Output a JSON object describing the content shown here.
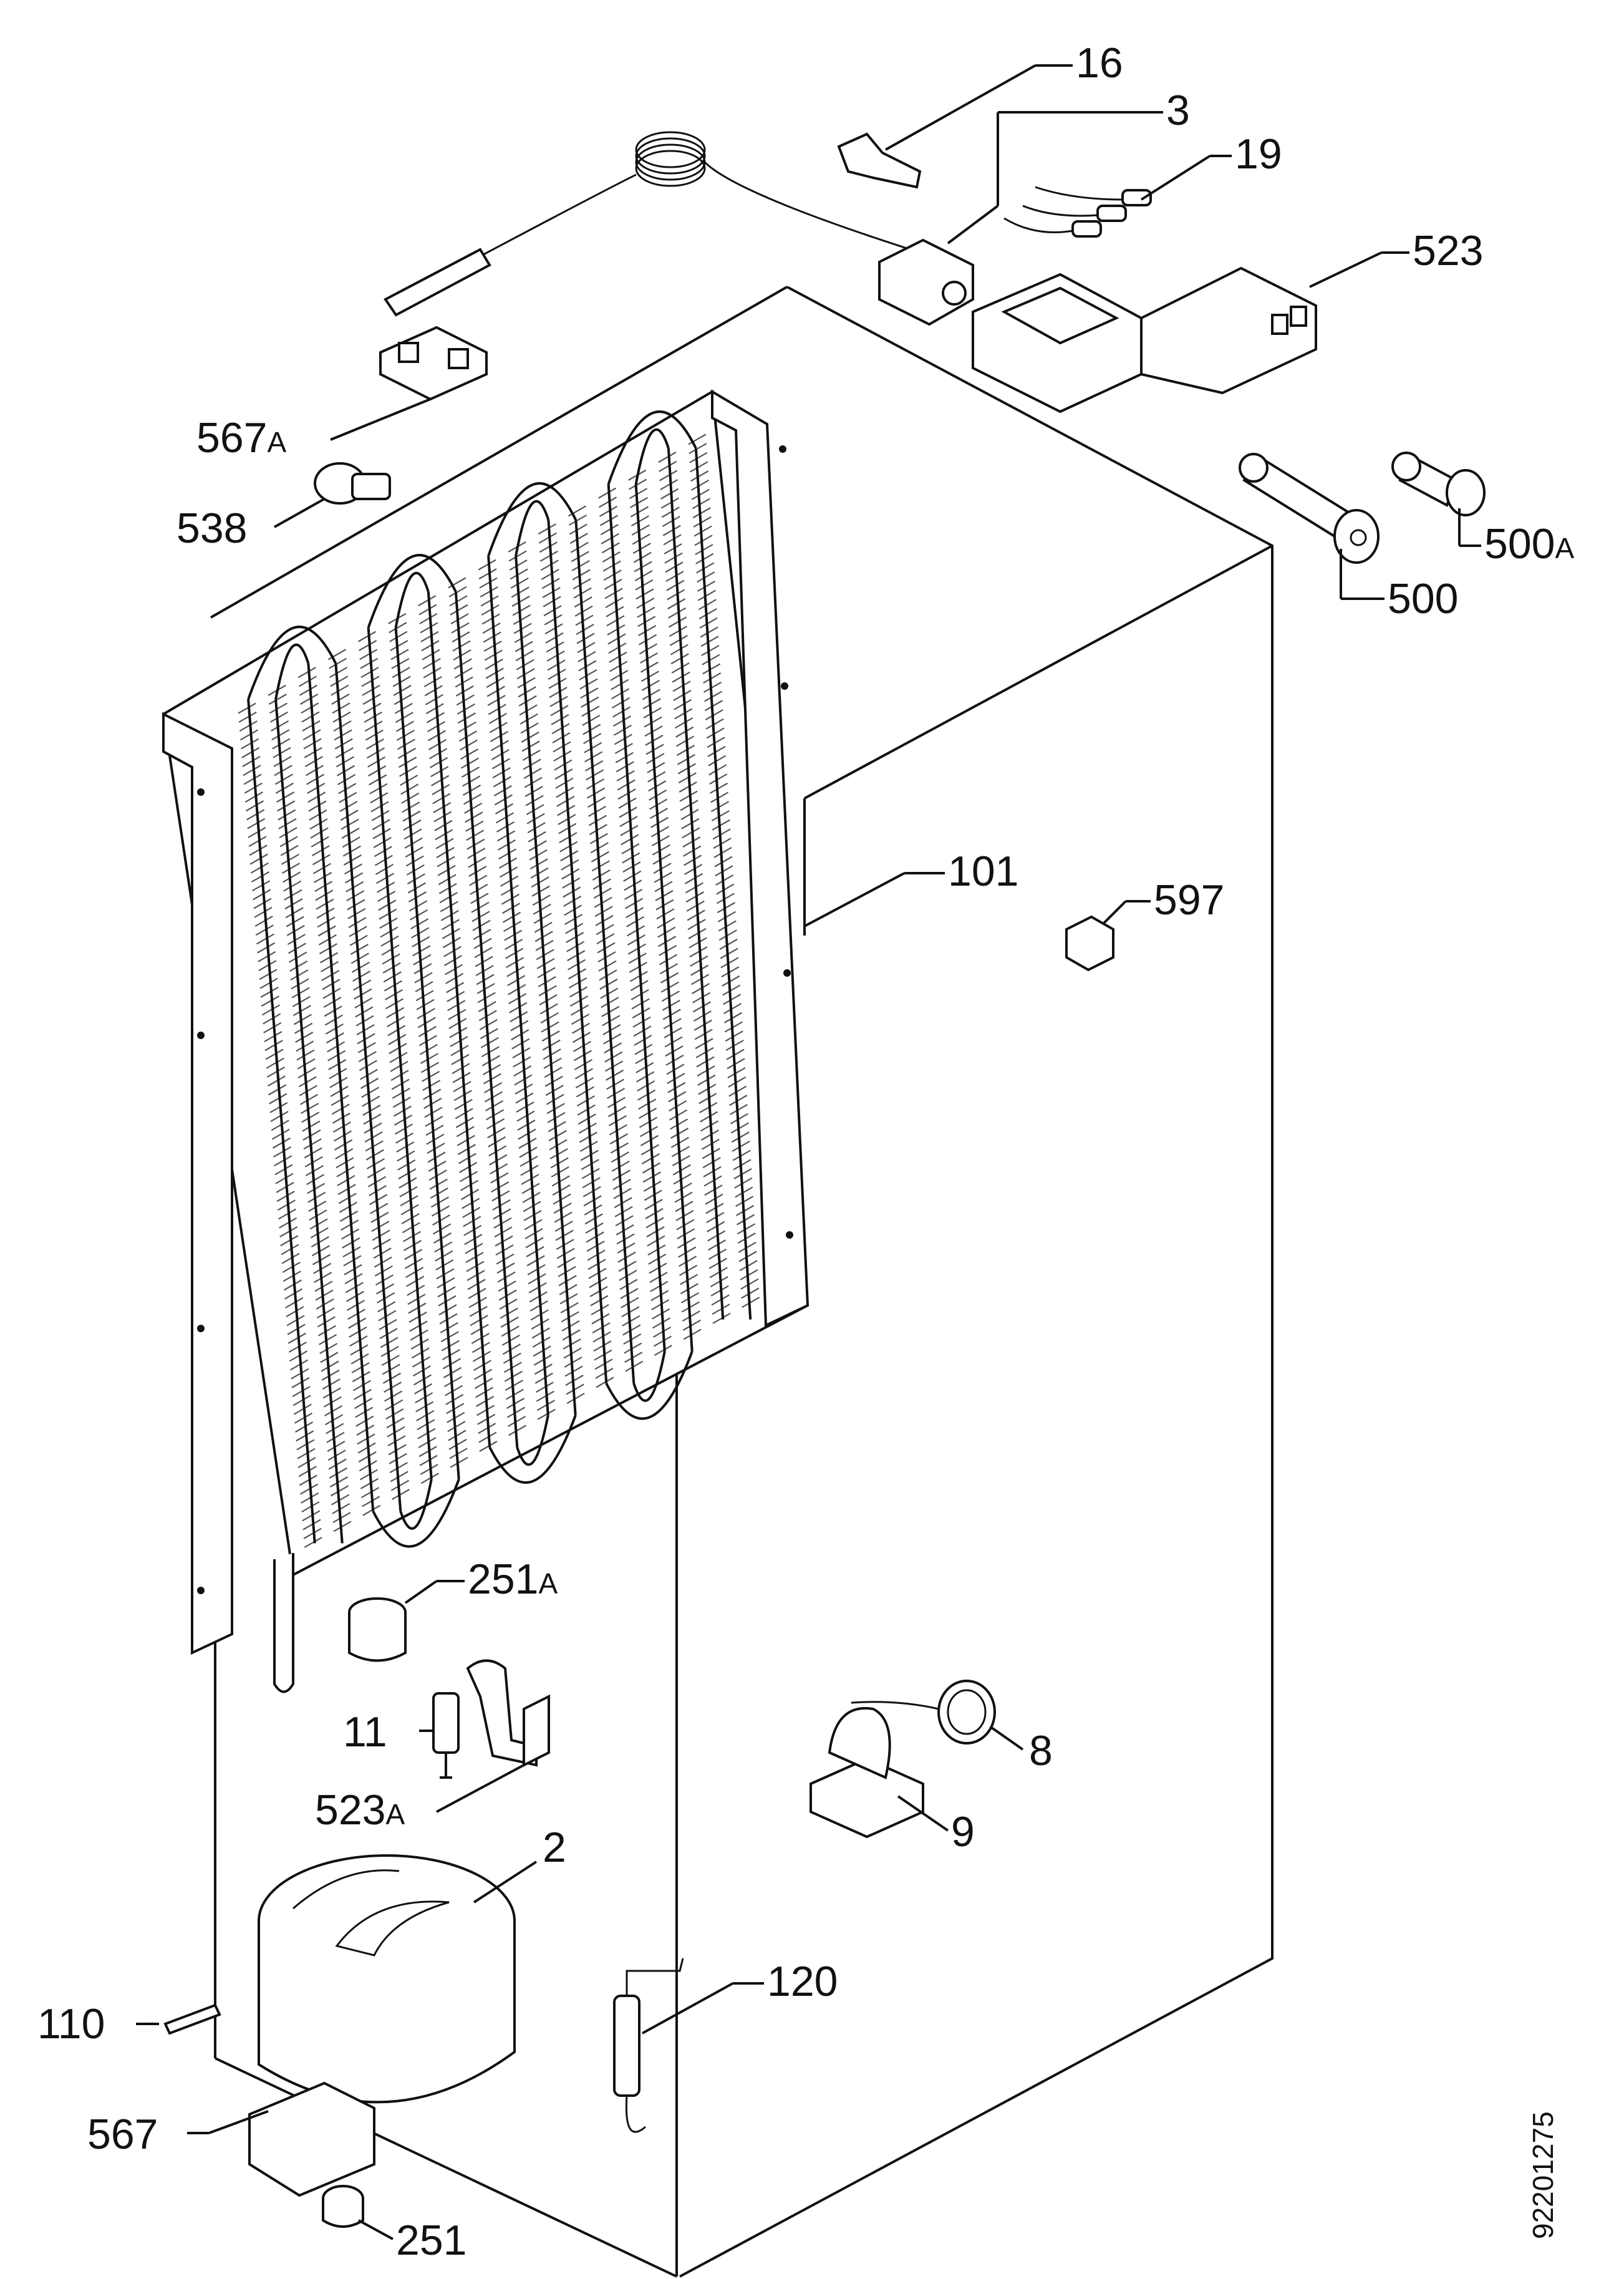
{
  "diagram": {
    "labels": {
      "l16": "16",
      "l3": "3",
      "l19": "19",
      "l523": "523",
      "l567a_num": "567",
      "l567a_suf": "A",
      "l538": "538",
      "l500a_num": "500",
      "l500a_suf": "A",
      "l500": "500",
      "l101": "101",
      "l597": "597",
      "l251a_num": "251",
      "l251a_suf": "A",
      "l11": "11",
      "l523a_num": "523",
      "l523a_suf": "A",
      "l8": "8",
      "l9": "9",
      "l2": "2",
      "l110": "110",
      "l120": "120",
      "l567": "567",
      "l251": "251"
    },
    "drawing_number": "92201275"
  }
}
